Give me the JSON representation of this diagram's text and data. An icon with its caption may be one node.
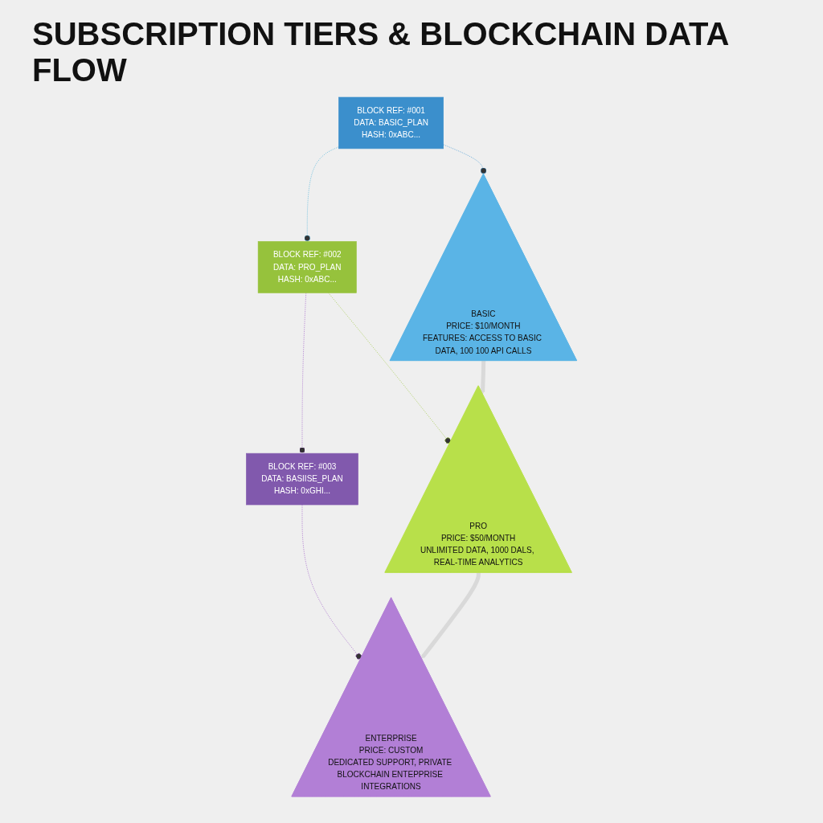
{
  "diagram": {
    "title": "SUBSCRIPTION TIERS & BLOCKCHAIN DATA FLOW",
    "nodes": [
      {
        "text": [
          "BLOCK REF: #001",
          "DATA: BASIC_PLAN",
          "HASH: 0xABC..."
        ]
      },
      {
        "text": [
          "BLOCK REF: #002",
          "DATA: PRO_PLAN",
          "HASH: 0xABC..."
        ]
      },
      {
        "text": [
          "BLOCK REF: #003",
          "DATA: BASIISE_PLAN",
          "HASH: 0xGHI..."
        ]
      },
      {
        "text": [
          "BASIC",
          "PRICE: $10/MONTH",
          "FEATURES: ACCESS TO BASIC DATA, 100 100 API CALLS"
        ]
      },
      {
        "text": [
          "PRO",
          "PRICE: $50/MONTH",
          "UNLIMITED DATA, 1000 DALS, REAL-TIME ANALYTICS"
        ]
      },
      {
        "text": [
          "ENTERPRISE",
          "PRICE: CUSTOM",
          "DEDICATED SUPPORT, PRIVATE BLOCKCHAIN ENTEPPRISE INTEGRATIONS"
        ]
      }
    ],
    "edges": [
      {
        "from": 0,
        "to": 1,
        "arrow": "other",
        "style": "dashed",
        "color": "#4ab0d9"
      },
      {
        "from": 1,
        "to": 2,
        "arrow": "other",
        "style": "dashed",
        "color": "#9b59c6"
      },
      {
        "from": 0,
        "to": 3,
        "arrow": "other",
        "style": "dashed",
        "color": "#3d94d0"
      },
      {
        "from": 1,
        "to": 4,
        "arrow": "other",
        "style": "dashed",
        "color": "#9bc53d"
      },
      {
        "from": 2,
        "to": 5,
        "arrow": "other",
        "style": "dashed",
        "color": "#9b59c6"
      },
      {
        "from": 3,
        "to": 4,
        "arrow": "to",
        "style": "thick",
        "color": "#d9d9d9"
      },
      {
        "from": 4,
        "to": 5,
        "arrow": "to",
        "style": "thick",
        "color": "#d9d9d9"
      }
    ]
  }
}
